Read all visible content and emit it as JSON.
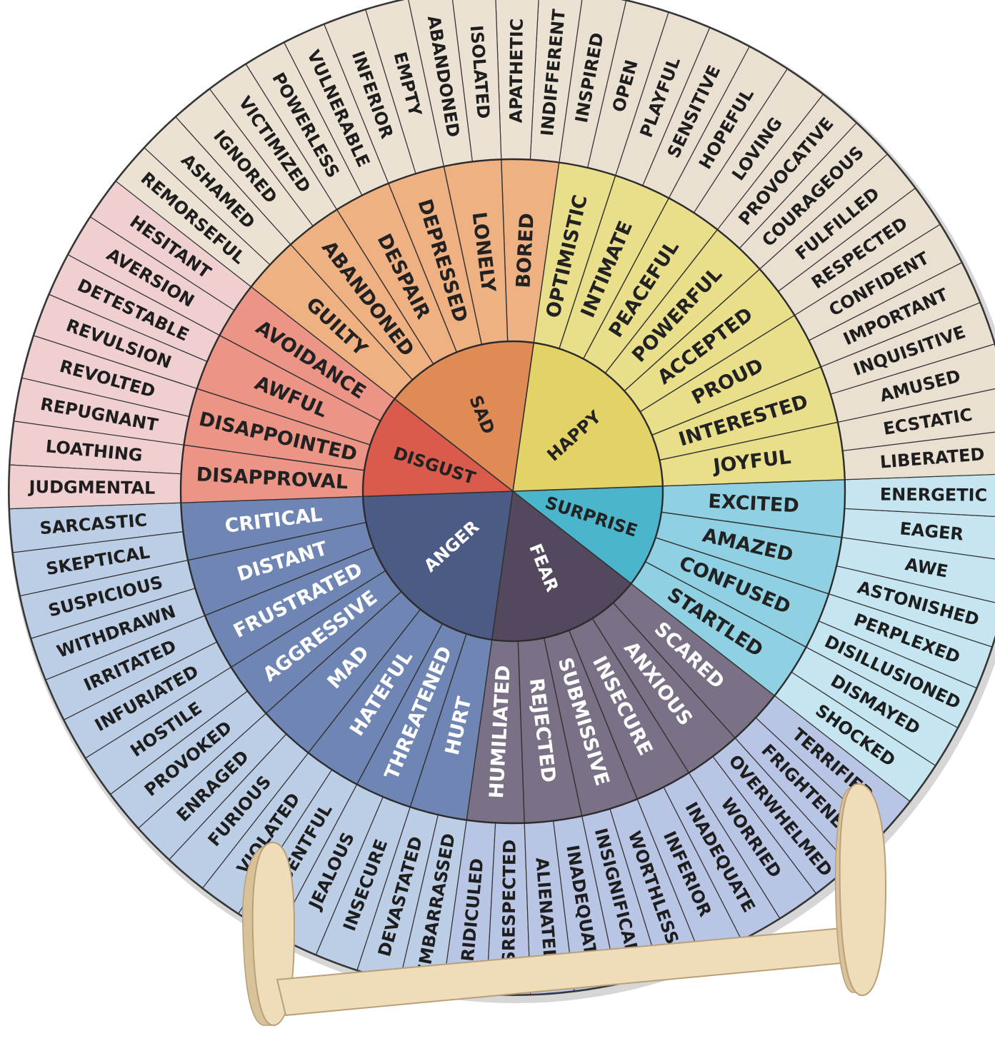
{
  "core": [
    {
      "label": "ANGER",
      "color": "#4c5a86",
      "text_color": "#ffffff",
      "mid": [
        {
          "label": "CRITICAL",
          "outer": [
            "SARCASTIC",
            "SKEPTICAL"
          ]
        },
        {
          "label": "DISTANT",
          "outer": [
            "SUSPICIOUS",
            "WITHDRAWN"
          ]
        },
        {
          "label": "FRUSTRATED",
          "outer": [
            "IRRITATED",
            "INFURIATED"
          ]
        },
        {
          "label": "AGGRESSIVE",
          "outer": [
            "HOSTILE",
            "PROVOKED"
          ]
        },
        {
          "label": "MAD",
          "outer": [
            "ENRAGED",
            "FURIOUS"
          ]
        },
        {
          "label": "HATEFUL",
          "outer": [
            "VIOLATED",
            "RESENTFUL"
          ]
        },
        {
          "label": "THREATENED",
          "outer": [
            "JEALOUS",
            "INSECURE"
          ]
        },
        {
          "label": "HURT",
          "outer": [
            "DEVASTATED",
            "EMBARRASSED"
          ]
        }
      ]
    },
    {
      "label": "FEAR",
      "color": "#53485e",
      "text_color": "#ffffff",
      "mid": [
        {
          "label": "HUMILIATED",
          "outer": [
            "RIDICULED",
            "DISRESPECTED"
          ]
        },
        {
          "label": "REJECTED",
          "outer": [
            "ALIENATED",
            "INADEQUATE"
          ]
        },
        {
          "label": "SUBMISSIVE",
          "outer": [
            "INSIGNIFICANT",
            "WORTHLESS"
          ]
        },
        {
          "label": "INSECURE",
          "outer": [
            "INFERIOR",
            "INADEQUATE"
          ]
        },
        {
          "label": "ANXIOUS",
          "outer": [
            "WORRIED",
            "OVERWHELMED"
          ]
        },
        {
          "label": "SCARED",
          "outer": [
            "FRIGHTENED",
            "TERRIFIED"
          ]
        }
      ]
    },
    {
      "label": "SURPRISE",
      "color": "#4bb5cc",
      "text_color": "#222222",
      "mid": [
        {
          "label": "STARTLED",
          "outer": [
            "SHOCKED",
            "DISMAYED"
          ]
        },
        {
          "label": "CONFUSED",
          "outer": [
            "DISILLUSIONED",
            "PERPLEXED"
          ]
        },
        {
          "label": "AMAZED",
          "outer": [
            "ASTONISHED",
            "AWE"
          ]
        },
        {
          "label": "EXCITED",
          "outer": [
            "EAGER",
            "ENERGETIC"
          ]
        }
      ]
    },
    {
      "label": "HAPPY",
      "color": "#e3d366",
      "text_color": "#222222",
      "mid": [
        {
          "label": "JOYFUL",
          "outer": [
            "LIBERATED",
            "ECSTATIC"
          ]
        },
        {
          "label": "INTERESTED",
          "outer": [
            "AMUSED",
            "INQUISITIVE"
          ]
        },
        {
          "label": "PROUD",
          "outer": [
            "IMPORTANT",
            "CONFIDENT"
          ]
        },
        {
          "label": "ACCEPTED",
          "outer": [
            "RESPECTED",
            "FULFILLED"
          ]
        },
        {
          "label": "POWERFUL",
          "outer": [
            "COURAGEOUS",
            "PROVOCATIVE"
          ]
        },
        {
          "label": "PEACEFUL",
          "outer": [
            "LOVING",
            "HOPEFUL"
          ]
        },
        {
          "label": "INTIMATE",
          "outer": [
            "SENSITIVE",
            "PLAYFUL"
          ]
        },
        {
          "label": "OPTIMISTIC",
          "outer": [
            "OPEN",
            "INSPIRED"
          ]
        }
      ]
    },
    {
      "label": "SAD",
      "color": "#e08a55",
      "text_color": "#222222",
      "mid": [
        {
          "label": "BORED",
          "outer": [
            "INDIFFERENT",
            "APATHETIC"
          ]
        },
        {
          "label": "LONELY",
          "outer": [
            "ISOLATED",
            "ABANDONED"
          ]
        },
        {
          "label": "DEPRESSED",
          "outer": [
            "EMPTY",
            "INFERIOR"
          ]
        },
        {
          "label": "DESPAIR",
          "outer": [
            "VULNERABLE",
            "POWERLESS"
          ]
        },
        {
          "label": "ABANDONED",
          "outer": [
            "VICTIMIZED",
            "IGNORED"
          ]
        },
        {
          "label": "GUILTY",
          "outer": [
            "ASHAMED",
            "REMORSEFUL"
          ]
        }
      ]
    },
    {
      "label": "DISGUST",
      "color": "#da5a4c",
      "text_color": "#222222",
      "mid": [
        {
          "label": "AVOIDANCE",
          "outer": [
            "HESITANT",
            "AVERSION"
          ]
        },
        {
          "label": "AWFUL",
          "outer": [
            "DETESTABLE",
            "REVULSION"
          ]
        },
        {
          "label": "DISAPPOINTED",
          "outer": [
            "REVOLTED",
            "REPUGNANT"
          ]
        },
        {
          "label": "DISAPPROVAL",
          "outer": [
            "LOATHING",
            "JUDGMENTAL"
          ]
        }
      ]
    }
  ],
  "palette": {
    "ANGER": {
      "mid": "#6f86b4",
      "outer": "#bccde6",
      "mid_text": "#ffffff"
    },
    "FEAR": {
      "mid": "#7b7186",
      "outer": "#b9c5e4",
      "mid_text": "#ffffff"
    },
    "SURPRISE": {
      "mid": "#8fd1e3",
      "outer": "#c5e6f1",
      "mid_text": "#222222"
    },
    "HAPPY": {
      "mid": "#e9df8a",
      "outer": "#eae0d2",
      "mid_text": "#222222"
    },
    "SAD": {
      "mid": "#efb182",
      "outer": "#ece2d4",
      "mid_text": "#222222"
    },
    "DISGUST": {
      "mid": "#ec9586",
      "outer": "#efcfcf",
      "mid_text": "#222222"
    }
  }
}
